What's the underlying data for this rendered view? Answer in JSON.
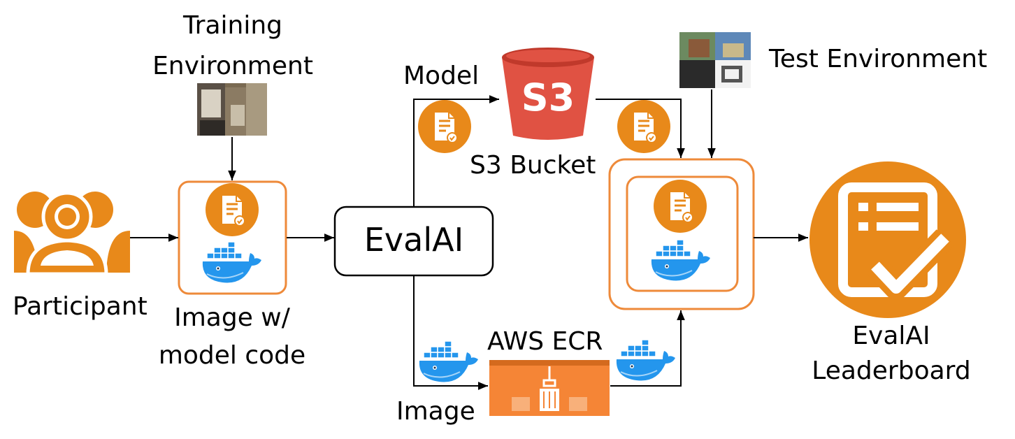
{
  "labels": {
    "training_env_line1": "Training",
    "training_env_line2": "Environment",
    "participant": "Participant",
    "image_code_line1": "Image w/",
    "image_code_line2": "model code",
    "evalai": "EvalAI",
    "model": "Model",
    "s3_bucket": "S3 Bucket",
    "s3_logo_text": "S3",
    "image": "Image",
    "aws_ecr": "AWS ECR",
    "test_env": "Test Environment",
    "leaderboard_line1": "EvalAI",
    "leaderboard_line2": "Leaderboard"
  },
  "colors": {
    "orange": "#E8891A",
    "box_border": "#EE8A3A",
    "s3_red": "#E05243",
    "ecr_orange": "#F58536",
    "docker_blue": "#2496ED",
    "arrow": "#000000"
  }
}
